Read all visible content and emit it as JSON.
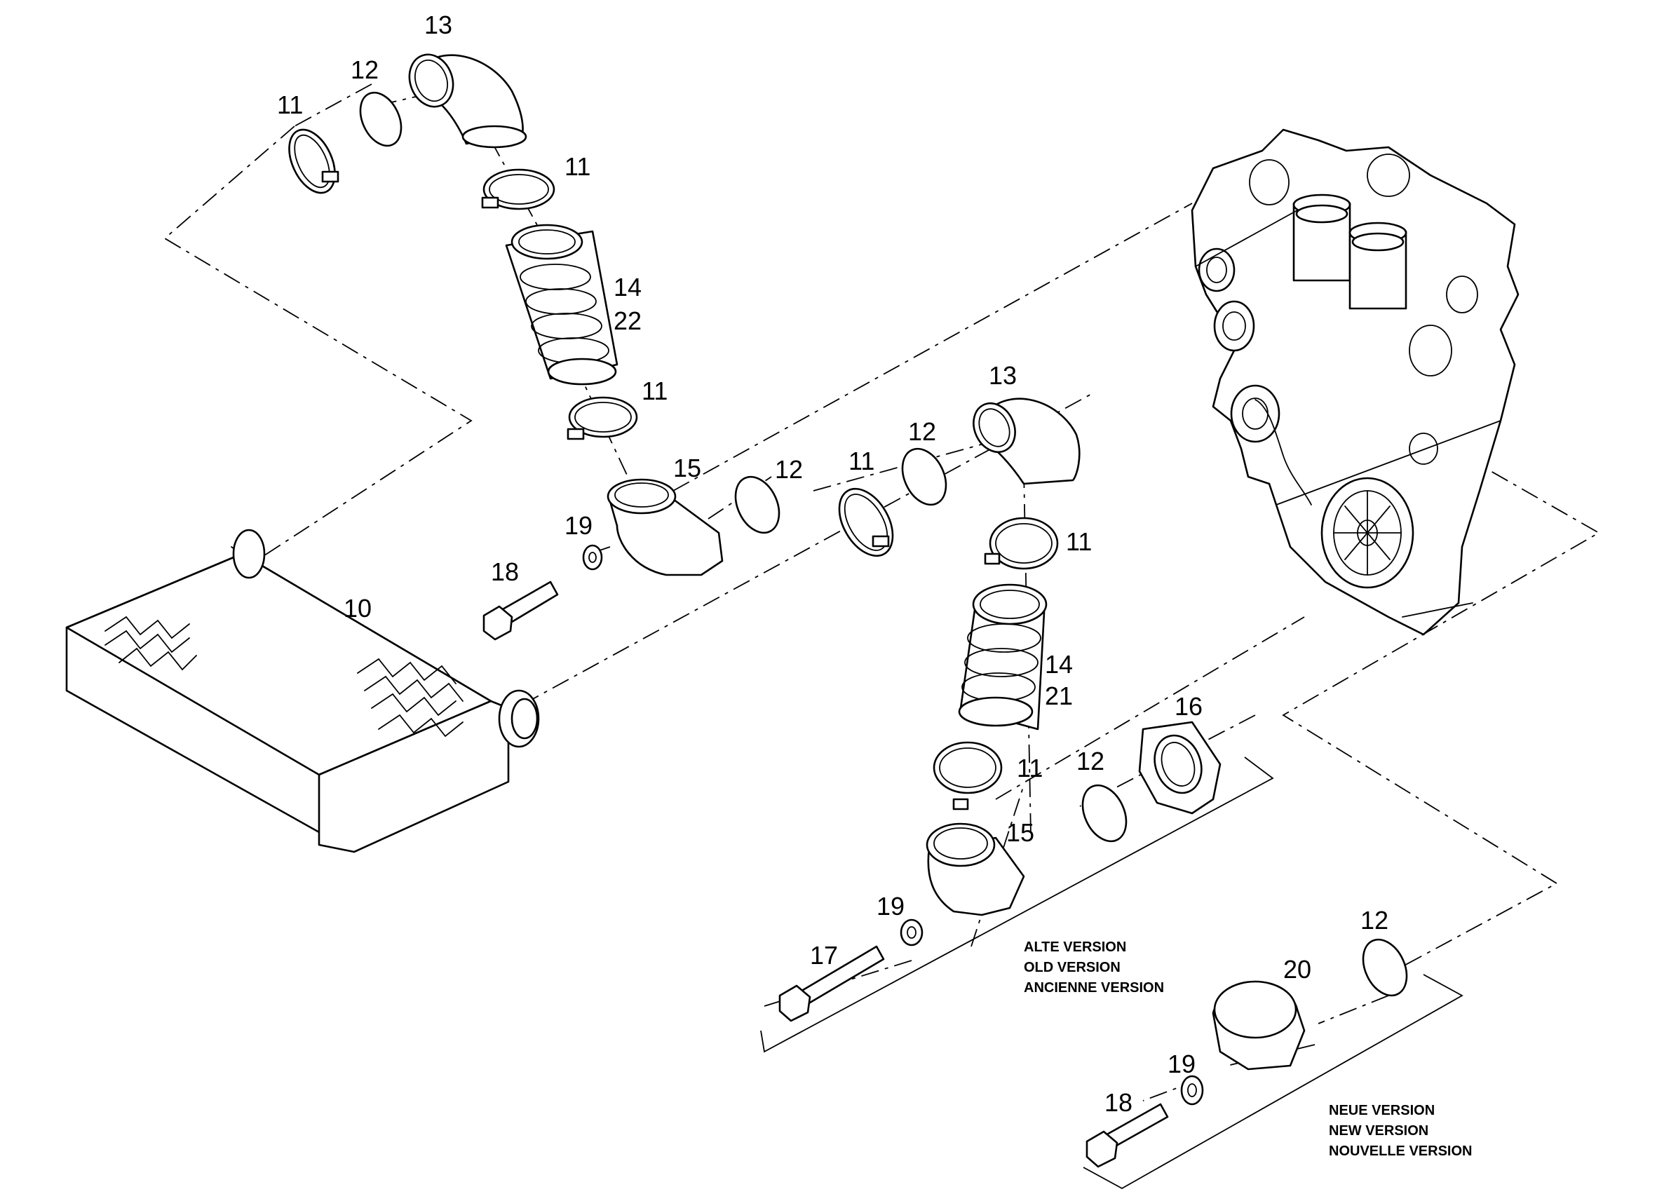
{
  "callouts": {
    "p11_a": "11",
    "p12_a": "12",
    "p13_a": "13",
    "p11_b": "11",
    "p14_a": "14",
    "p22": "22",
    "p11_c": "11",
    "p15_a": "15",
    "p12_b": "12",
    "p11_d": "11",
    "p12_c": "12",
    "p13_b": "13",
    "p19_a": "19",
    "p18_a": "18",
    "p10": "10",
    "p11_e": "11",
    "p14_b": "14",
    "p21": "21",
    "p16": "16",
    "p11_f": "11",
    "p12_d": "12",
    "p15_b": "15",
    "p19_b": "19",
    "p17": "17",
    "p12_e": "12",
    "p20": "20",
    "p19_c": "19",
    "p18_b": "18"
  },
  "versions": {
    "old": [
      "ALTE VERSION",
      "OLD VERSION",
      "ANCIENNE VERSION"
    ],
    "new": [
      "NEUE VERSION",
      "NEW VERSION",
      "NOUVELLE VERSION"
    ]
  }
}
